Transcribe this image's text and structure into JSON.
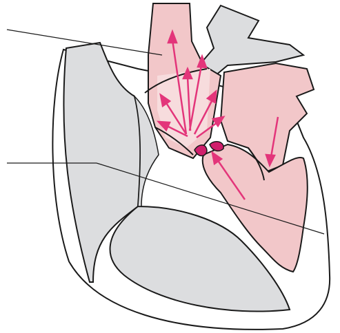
{
  "diagram": {
    "subject": "heart-cross-section",
    "colors": {
      "outline": "#1a1a1a",
      "grey_chamber": "#dcdddf",
      "pink_chamber": "#f2c7c9",
      "pink_light": "#f7dcdd",
      "arrow": "#e3357a",
      "valve": "#d01f6c",
      "background": "#ffffff"
    },
    "regions": [
      "aorta",
      "pulmonary-artery",
      "left-atrium",
      "left-ventricle",
      "right-atrium",
      "right-ventricle",
      "valve-leaflets"
    ],
    "labels": []
  }
}
